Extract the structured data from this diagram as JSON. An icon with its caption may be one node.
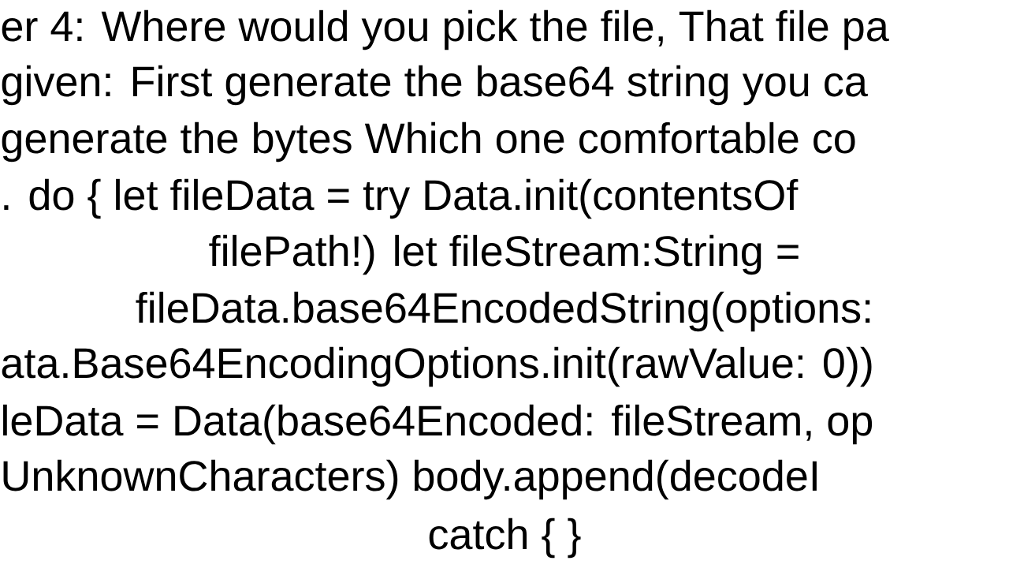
{
  "diagram": {
    "labels": [
      "er 4: Where would you pick the file, That file pa",
      "given:  First generate the base64 string you ca",
      "generate the bytes  Which one comfortable co",
      ".   do {      let fileData = try Data.init(contentsOf",
      "filePath!)      let fileStream:String =",
      "fileData.base64EncodedString(options:",
      "ata.Base64EncodingOptions.init(rawValue: 0))",
      "leData = Data(base64Encoded: fileStream, op",
      "UnknownCharacters)      body.append(decodeI",
      "catch { }"
    ]
  }
}
